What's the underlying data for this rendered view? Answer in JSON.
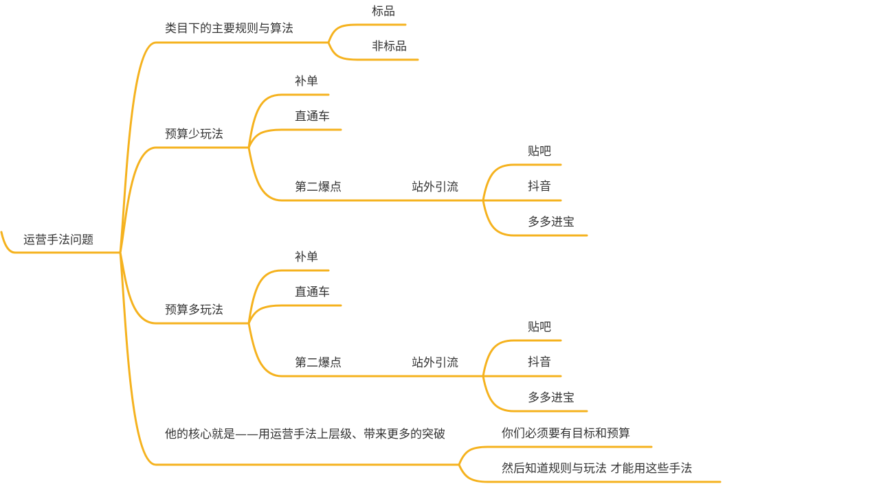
{
  "colors": {
    "branch": "#F5B21E",
    "text": "#333333",
    "background": "#FFFFFF"
  },
  "root": {
    "label": "运营手法问题"
  },
  "branch1": {
    "label": "类目下的主要规则与算法",
    "children": [
      "标品",
      "非标品"
    ]
  },
  "branch2": {
    "label": "预算少玩法",
    "child_a": "补单",
    "child_b": "直通车",
    "child_c": "第二爆点",
    "sub": "站外引流",
    "leaves": [
      "贴吧",
      "抖音",
      "多多进宝"
    ]
  },
  "branch3": {
    "label": "预算多玩法",
    "child_a": "补单",
    "child_b": "直通车",
    "child_c": "第二爆点",
    "sub": "站外引流",
    "leaves": [
      "贴吧",
      "抖音",
      "多多进宝"
    ]
  },
  "branch4": {
    "label": "他的核心就是——用运营手法上层级、带来更多的突破",
    "children": [
      "你们必须要有目标和预算",
      "然后知道规则与玩法 才能用这些手法"
    ]
  }
}
